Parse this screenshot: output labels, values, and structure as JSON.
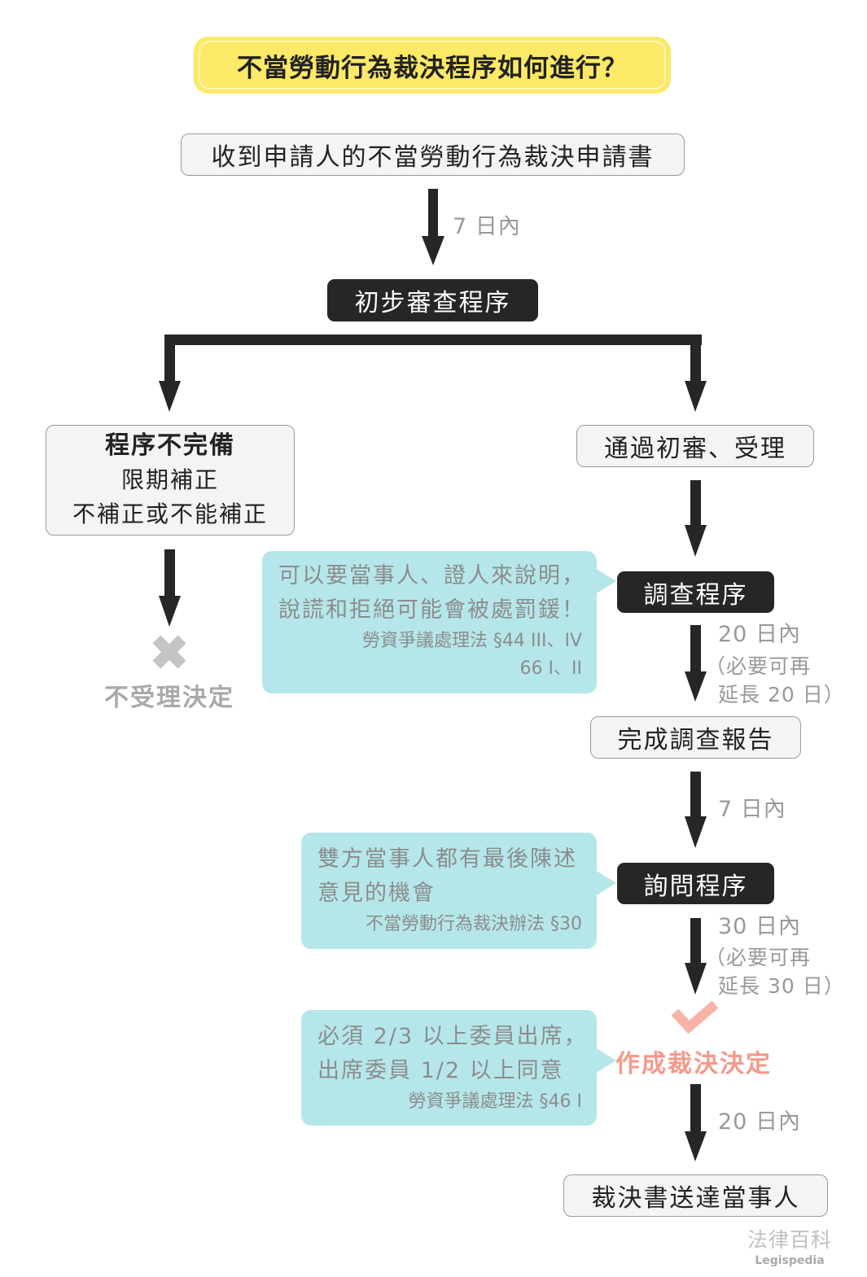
{
  "title": "不當勞動行為裁決程序如何進行？",
  "steps": {
    "receive": "收到申請人的不當勞動行為裁決申請書",
    "initial_review": "初步審查程序",
    "incomplete": {
      "heading": "程序不完備",
      "line1": "限期補正",
      "line2": "不補正或不能補正"
    },
    "rejection": "不受理決定",
    "accepted": "通過初審、受理",
    "investigation": "調查程序",
    "report": "完成調查報告",
    "inquiry": "詢問程序",
    "decision": "作成裁決決定",
    "delivery": "裁決書送達當事人"
  },
  "durations": {
    "d1": "7 日內",
    "d2_main": "20 日內",
    "d2_ext1": "（必要可再",
    "d2_ext2": "延長 20 日）",
    "d3": "7 日內",
    "d4_main": "30 日內",
    "d4_ext1": "（必要可再",
    "d4_ext2": "延長 30 日）",
    "d5": "20 日內"
  },
  "notes": {
    "investigation": {
      "line1": "可以要當事人、證人來說明，",
      "line2": "說謊和拒絕可能會被處罰鍰！",
      "cite1": "勞資爭議處理法 §44 III、IV",
      "cite2": "66 I、II"
    },
    "inquiry": {
      "line1": "雙方當事人都有最後陳述",
      "line2": "意見的機會",
      "cite1": "不當勞動行為裁決辦法 §30"
    },
    "decision": {
      "line1": "必須 2/3 以上委員出席，",
      "line2": "出席委員 1/2 以上同意",
      "cite1": "勞資爭議處理法 §46 I"
    }
  },
  "icons": {
    "reject": "cross-icon",
    "approve": "check-icon"
  },
  "colors": {
    "title_bg": "#fbe967",
    "dark_box": "#262626",
    "note_bg": "#b5e7ea",
    "decision_text": "#f7988a",
    "check": "#f9b3a6",
    "cross": "#c4c4c4"
  },
  "watermark": {
    "cn": "法律百科",
    "en": "Legispedia"
  }
}
